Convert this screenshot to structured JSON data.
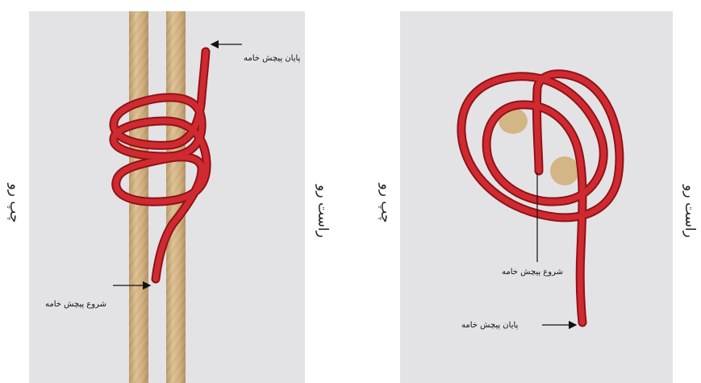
{
  "colors": {
    "background": "#e3e3e5",
    "rope": "#d4b585",
    "rope_shade": "#b8946a",
    "thread": "#c9262d",
    "thread_shade": "#8e1318",
    "arrow": "#111111"
  },
  "left_diagram": {
    "label_start": "شروع پیچش خامه",
    "label_end": "پایان پیچش خامه",
    "side_left": "چپ رو",
    "side_right": "راست رو"
  },
  "right_diagram": {
    "label_start": "شروع پیچش خامه",
    "label_end": "پایان پیچش خامه",
    "side_left": "چپ رو",
    "side_right": "راست رو"
  }
}
